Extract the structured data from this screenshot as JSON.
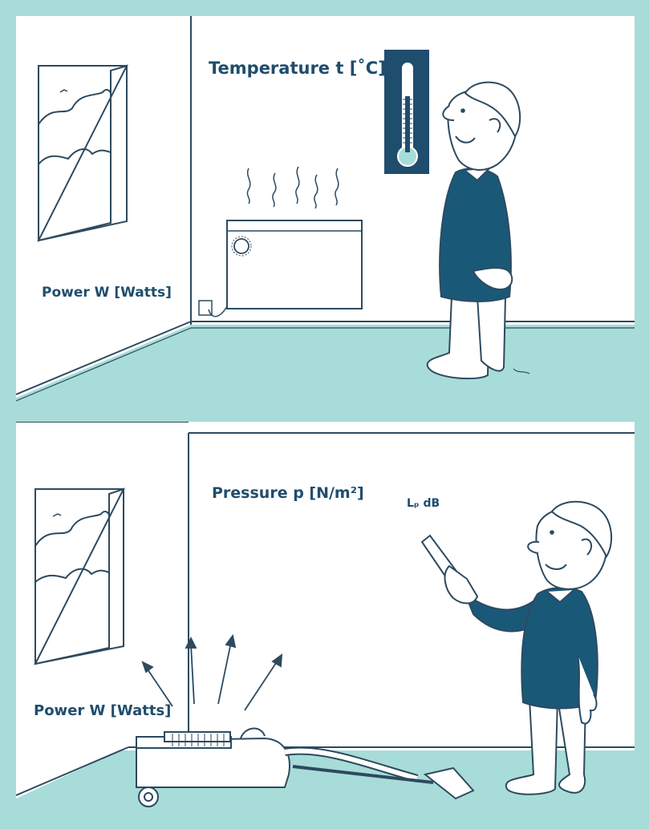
{
  "top_panel": {
    "temperature_label": "Temperature t [˚C]",
    "power_label": "Power W [Watts]"
  },
  "bottom_panel": {
    "pressure_label": "Pressure p [N/m²]",
    "power_label": "Power W [Watts]",
    "meter_label": "Lₚ dB"
  },
  "colors": {
    "background_frame": "#a8dcd9",
    "floor": "#a8dcd9",
    "navy": "#1f4d6d",
    "jumper": "#1a5878",
    "outline": "#2d4a5f",
    "thermometer_bulb": "#a8dcd9"
  }
}
